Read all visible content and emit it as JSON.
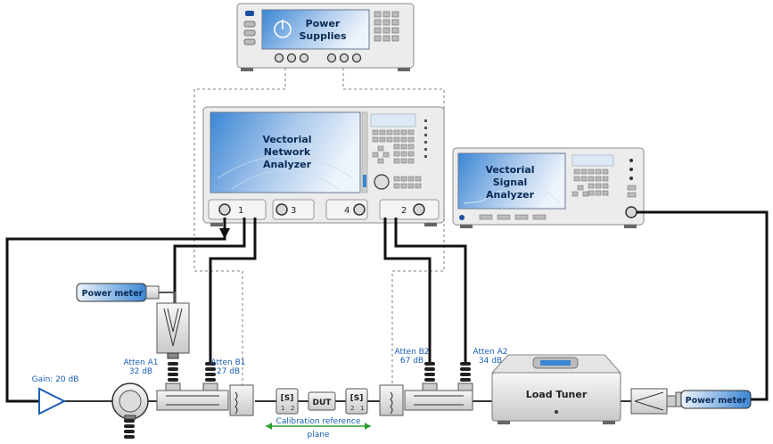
{
  "devices": {
    "power_supplies": {
      "line1": "Power",
      "line2": "Supplies"
    },
    "vna": {
      "line1": "Vectorial",
      "line2": "Network",
      "line3": "Analyzer",
      "port1": "1",
      "port2": "2",
      "port3": "3",
      "port4": "4"
    },
    "vsa": {
      "line1": "Vectorial",
      "line2": "Signal",
      "line3": "Analyzer"
    },
    "load_tuner": "Load Tuner",
    "power_meter_left": "Power meter",
    "power_meter_right": "Power meter",
    "dut": "DUT"
  },
  "labels": {
    "gain": "Gain: 20 dB",
    "atten_a1": {
      "name": "Atten A1",
      "value": "32 dB"
    },
    "atten_b1": {
      "name": "Atten B1",
      "value": "27 dB"
    },
    "atten_b2": {
      "name": "Atten B2",
      "value": "67 dB"
    },
    "atten_a2": {
      "name": "Atten A2",
      "value": "34 dB"
    },
    "s_block": {
      "symbol": "[S]",
      "port_a": "1",
      "port_b": "2",
      "port_c": "2",
      "port_d": "1"
    },
    "calibration": {
      "line1": "Calibration reference",
      "line2": "plane"
    }
  },
  "colors": {
    "screen_light": "#dde9f7",
    "screen_dark": "#3b86d4",
    "cable": "#111111",
    "blue_text": "#1a5fb4",
    "calibration_green": "#2e9e2e"
  }
}
